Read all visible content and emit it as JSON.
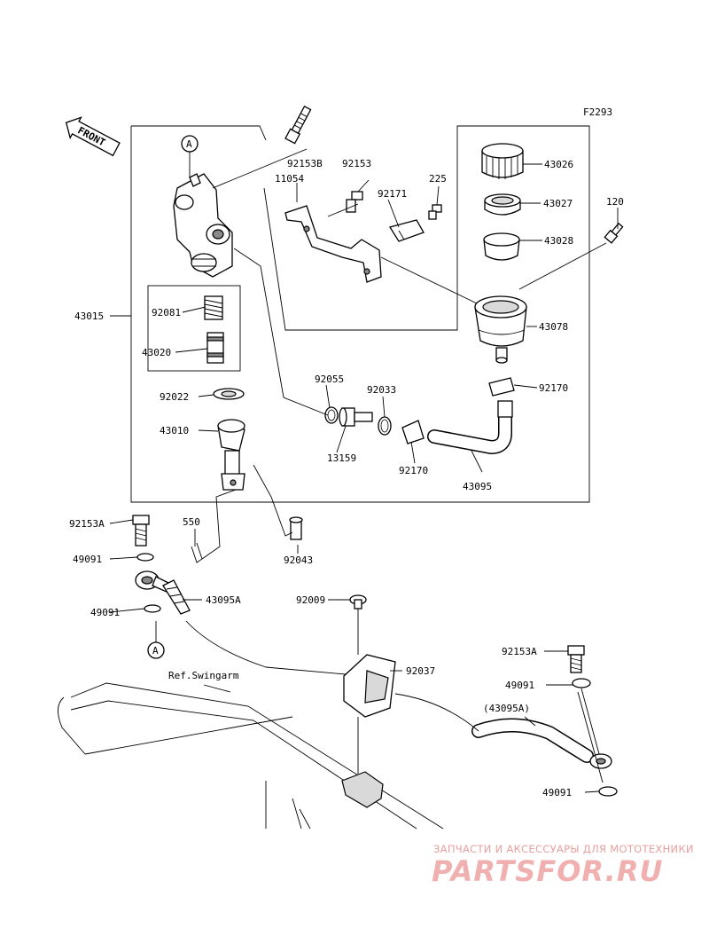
{
  "figure_code": "F2293",
  "front_arrow": "FRONT",
  "marker": "A",
  "labels": {
    "p92153B": "92153B",
    "p92153": "92153",
    "p225": "225",
    "p11054": "11054",
    "p92171": "92171",
    "p43026": "43026",
    "p43027": "43027",
    "p120": "120",
    "p43028": "43028",
    "p43015": "43015",
    "p92081": "92081",
    "p43078": "43078",
    "p43020": "43020",
    "p92055": "92055",
    "p92033": "92033",
    "p92170a": "92170",
    "p92022": "92022",
    "p43010": "43010",
    "p13159": "13159",
    "p92170b": "92170",
    "p43095": "43095",
    "p92153A_left": "92153A",
    "p550": "550",
    "p92043": "92043",
    "p49091_a": "49091",
    "p43095A": "43095A",
    "p92009": "92009",
    "p49091_b": "49091",
    "p92153A_right": "92153A",
    "p92037": "92037",
    "ref_swingarm": "Ref.Swingarm",
    "p49091_c": "49091",
    "p43095A_ref": "(43095A)",
    "p49091_d": "49091"
  },
  "watermark": {
    "subtitle": "ЗАПЧАСТИ И АКСЕССУАРЫ ДЛЯ МОТОТЕХНИКИ",
    "brand": "PARTSFOR.RU"
  }
}
